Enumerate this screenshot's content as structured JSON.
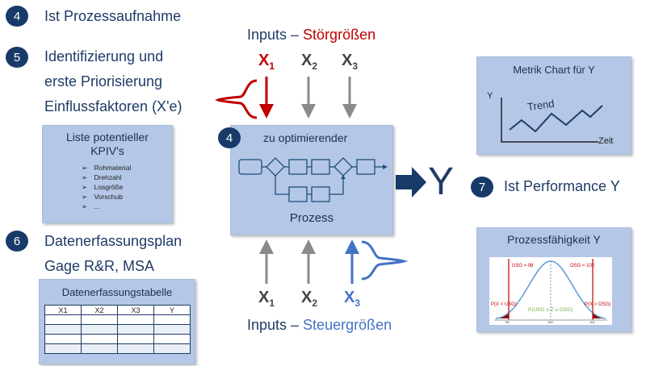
{
  "steps": [
    {
      "number": "4",
      "lines": [
        "Ist Prozessaufnahme"
      ]
    },
    {
      "number": "5",
      "lines": [
        "Identifizierung und",
        "erste Priorisierung",
        "Einflussfaktoren (X'e)"
      ]
    },
    {
      "number": "6",
      "lines": [
        "Datenerfassungsplan",
        "Gage R&R, MSA"
      ]
    },
    {
      "number": "7",
      "lines": [
        "Ist Performance Y"
      ]
    }
  ],
  "kpiv": {
    "title_lines": [
      "Liste potentieller",
      "KPIV's"
    ],
    "items": [
      "Rohmaterial",
      "Drehzahl",
      "Losgröße",
      "Vorschub",
      "..."
    ]
  },
  "data_table": {
    "title": "Datenerfassungstabelle",
    "headers": [
      "X1",
      "X2",
      "X3",
      "Y"
    ],
    "empty_rows": 4
  },
  "top_inputs": {
    "prefix": "Inputs – ",
    "label": "Störgrößen",
    "color": "#c00000",
    "vars": [
      {
        "x": "X",
        "sub": "1"
      },
      {
        "x": "X",
        "sub": "2"
      },
      {
        "x": "X",
        "sub": "3"
      }
    ]
  },
  "bottom_inputs": {
    "prefix": "Inputs – ",
    "label": "Steuergrößen",
    "color": "#4472c4",
    "vars": [
      {
        "x": "X",
        "sub": "1"
      },
      {
        "x": "X",
        "sub": "2"
      },
      {
        "x": "X",
        "sub": "3"
      }
    ]
  },
  "process": {
    "badge": "4",
    "title": "zu optimierender",
    "label": "Prozess"
  },
  "output": {
    "label": "Y"
  },
  "metric_chart": {
    "title": "Metrik Chart für Y",
    "y_label": "Y",
    "x_label": "Zeit",
    "trend_label": "Trend"
  },
  "capability": {
    "title": "Prozessfähigkeit Y",
    "usg": "USG = 98",
    "osg": "OSG = 102",
    "p_low": "P(X < USG)",
    "p_high": "P(X > OSG)",
    "p_mid": "P(USG ≤ Z ≤ OSG)",
    "x_ticks": [
      "98",
      "100",
      "102"
    ]
  }
}
